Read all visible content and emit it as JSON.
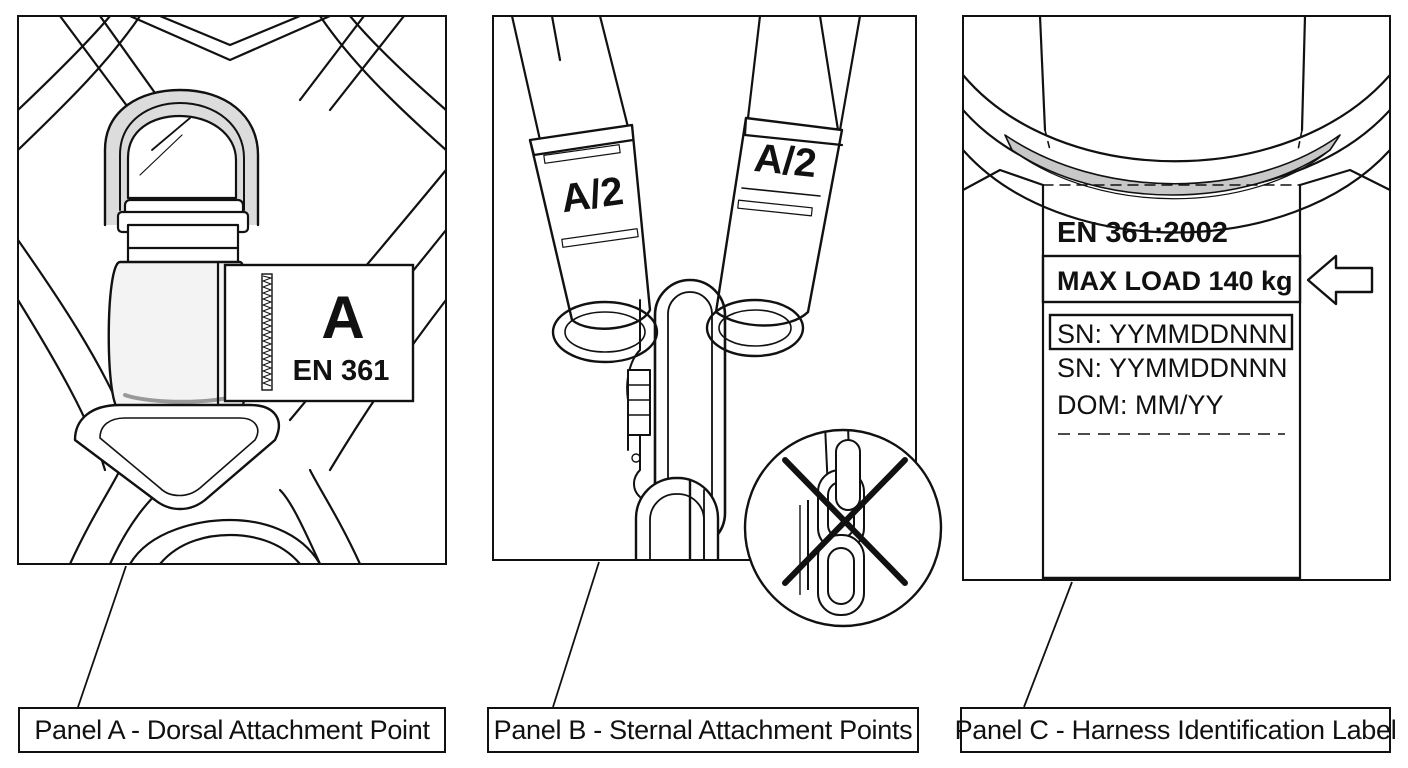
{
  "panels": {
    "a": {
      "caption": "Panel A - Dorsal Attachment Point",
      "tag_letter": "A",
      "tag_standard": "EN 361"
    },
    "b": {
      "caption": "Panel B - Sternal Attachment Points",
      "left_label": "A/2",
      "right_label": "A/2"
    },
    "c": {
      "caption": "Panel C - Harness Identification Label",
      "label_lines": {
        "standard": "EN 361:2002",
        "max_load": "MAX LOAD 140 kg",
        "serial_boxed": "SN: YYMMDDNNN",
        "serial": "SN: YYMMDDNNN",
        "date_of_manufacture": "DOM: MM/YY"
      }
    }
  },
  "colors": {
    "ink": "#111111",
    "shade": "#c8c8c8",
    "paper": "#ffffff"
  },
  "icons": {
    "incorrect_use": "x-cross-icon",
    "pointer": "arrow-left-icon"
  }
}
